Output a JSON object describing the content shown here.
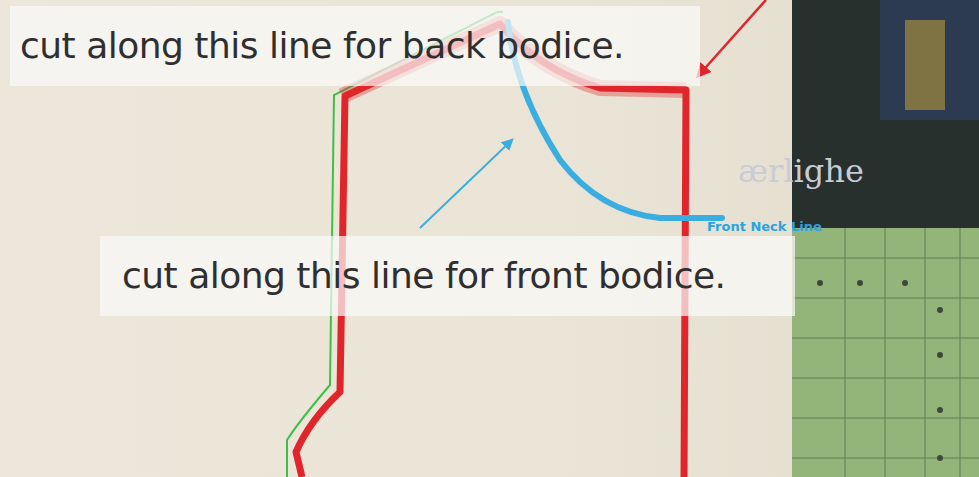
{
  "diagram": {
    "nodes": [
      {
        "text": [
          "cut along this line for back bodice."
        ]
      },
      {
        "text": [
          "cut along this line for front bodice."
        ]
      }
    ],
    "labels": [
      "Front Neck Line",
      "ærlighe"
    ]
  }
}
